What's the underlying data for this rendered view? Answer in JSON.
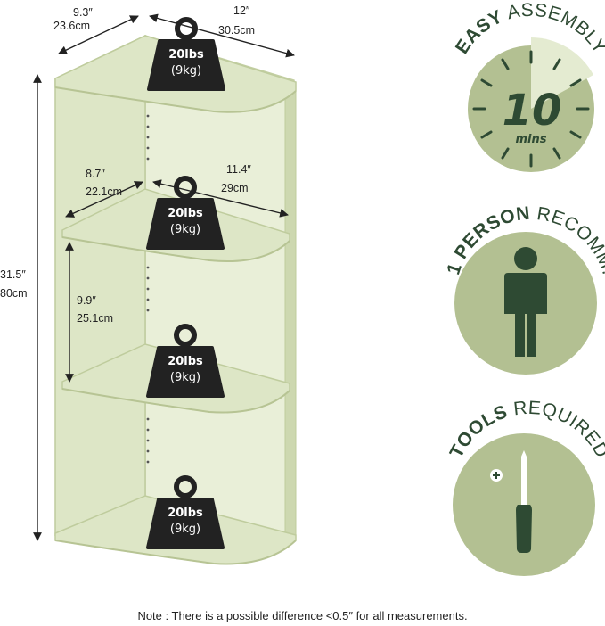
{
  "dimensions": {
    "depth_in": "9.3″",
    "depth_cm": "23.6cm",
    "width_in": "12″",
    "width_cm": "30.5cm",
    "height_in": "31.5″",
    "height_cm": "80cm",
    "shelf_depth_in": "8.7″",
    "shelf_depth_cm": "22.1cm",
    "shelf_width_in": "11.4″",
    "shelf_width_cm": "29cm",
    "shelf_gap_in": "9.9″",
    "shelf_gap_cm": "25.1cm"
  },
  "weights": [
    {
      "lbs": "20lbs",
      "kg": "(9kg)"
    },
    {
      "lbs": "20lbs",
      "kg": "(9kg)"
    },
    {
      "lbs": "20lbs",
      "kg": "(9kg)"
    },
    {
      "lbs": "20lbs",
      "kg": "(9kg)"
    }
  ],
  "badges": {
    "assembly": {
      "bold": "EASY",
      "rest": " ASSEMBLY",
      "number": "10",
      "unit": "mins"
    },
    "person": {
      "bold": "1 PERSON",
      "rest": " RECOMM."
    },
    "tools": {
      "bold": "TOOLS",
      "rest": " REQUIRED"
    }
  },
  "colors": {
    "shelf_fill": "#dde6c6",
    "shelf_edge": "#bfcc9d",
    "badge_fill": "#b3c092",
    "badge_light": "#e4ebd1",
    "dark": "#2e4a33",
    "weight": "#222222"
  },
  "note": "Note : There is a possible difference <0.5″ for all measurements."
}
